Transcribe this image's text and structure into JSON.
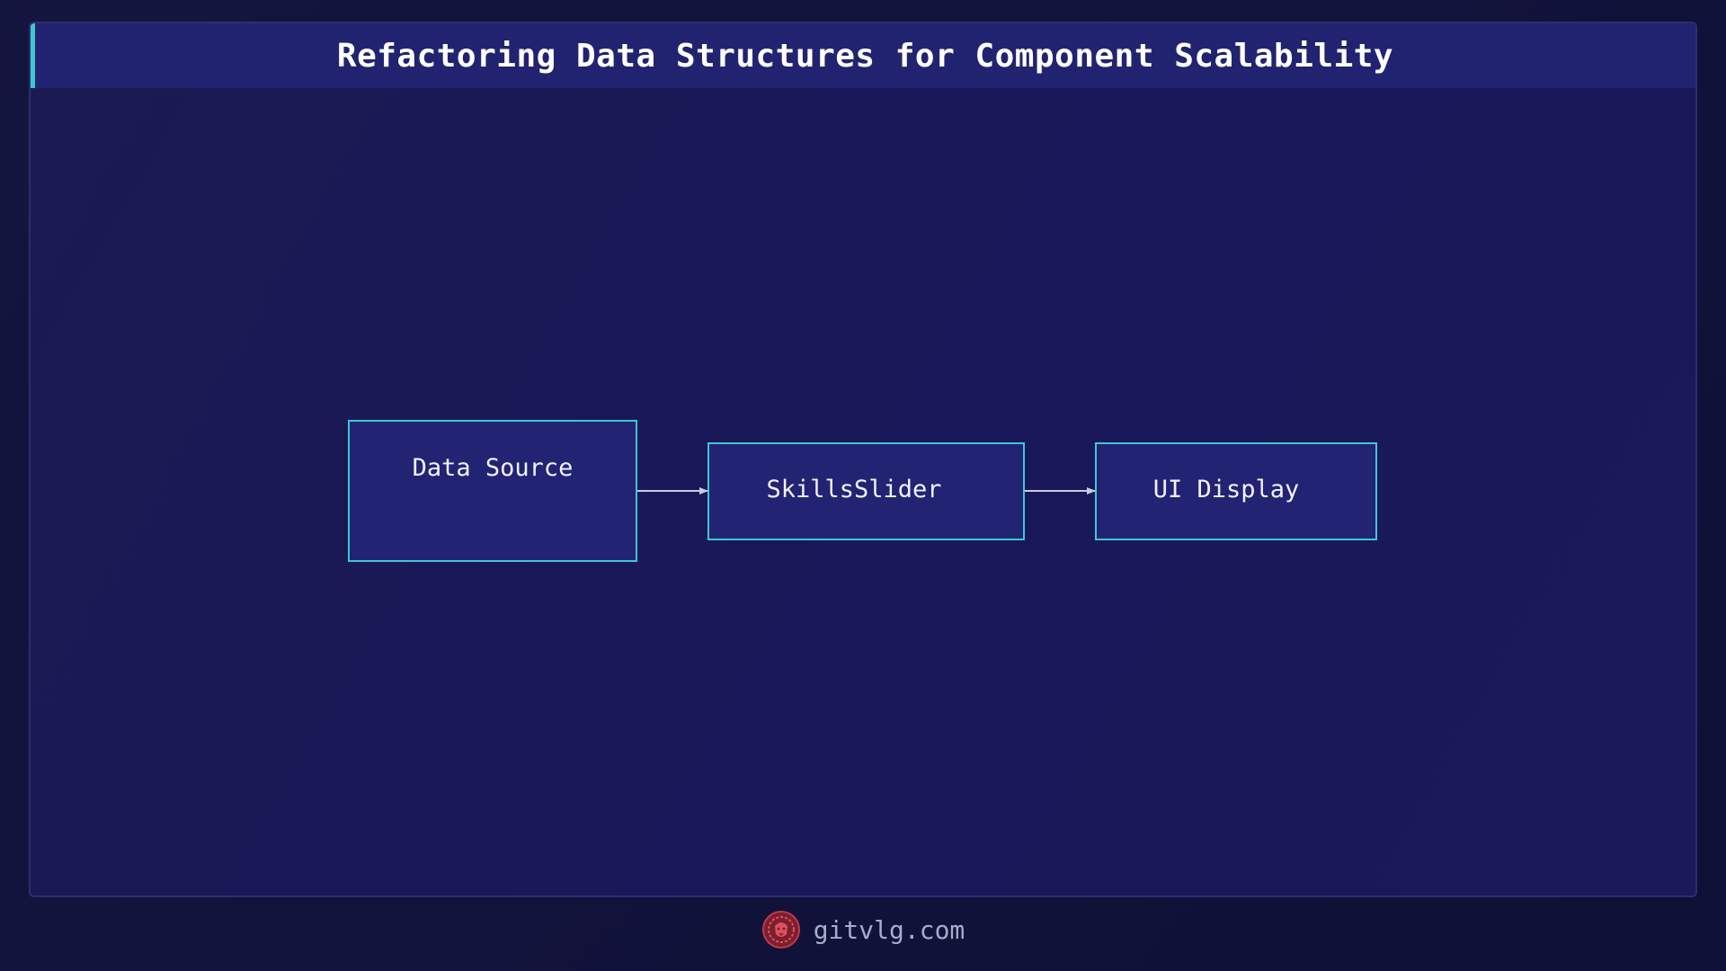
{
  "title": "Refactoring Data Structures for Component Scalability",
  "diagram": {
    "nodes": [
      {
        "id": "data-source",
        "label": "Data Source"
      },
      {
        "id": "skills-slider",
        "label": "SkillsSlider"
      },
      {
        "id": "ui-display",
        "label": "UI Display"
      }
    ],
    "edges": [
      {
        "from": "data-source",
        "to": "skills-slider"
      },
      {
        "from": "skills-slider",
        "to": "ui-display"
      }
    ],
    "colors": {
      "node_fill": "#232374",
      "node_border": "#3fc6d2",
      "edge": "#c9cbe0",
      "accent": "#3fc6d2"
    }
  },
  "footer": {
    "site": "gitvlg.com",
    "logo_icon": "lion-logo-icon"
  }
}
